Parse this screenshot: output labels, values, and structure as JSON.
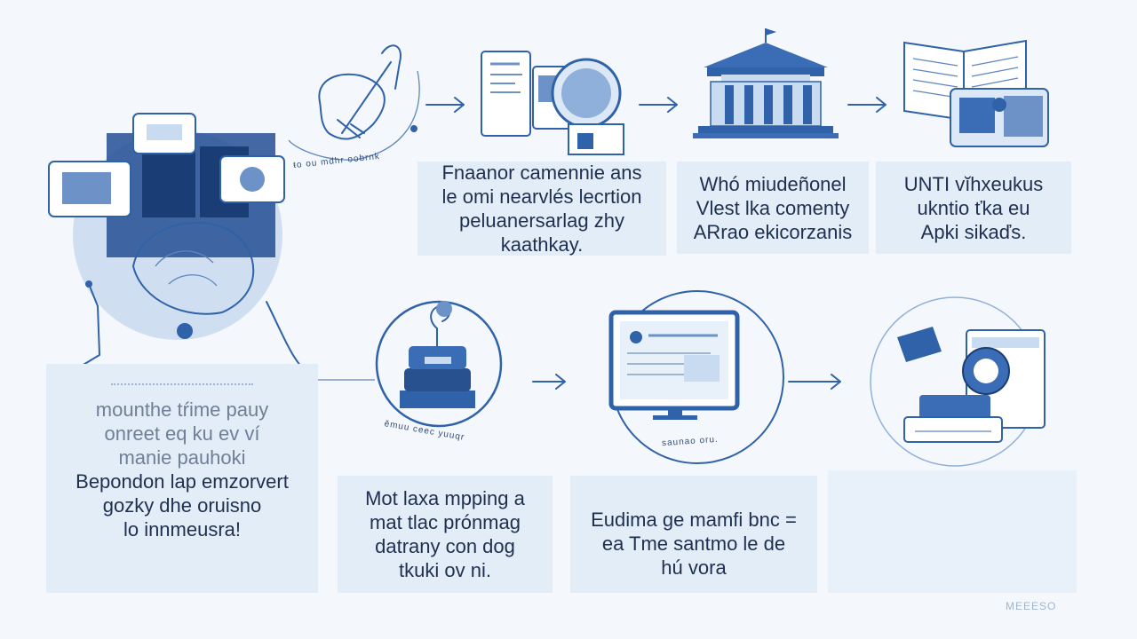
{
  "texts": {
    "b1": [
      "Fnaanor camennie ans",
      "le omi nearvlés lecrtion",
      "peluanersarlag zhy",
      "kaathkay."
    ],
    "b2": [
      "Whó miudeñonel",
      "Vlest lka comenty",
      "ARrao ekicorzanis"
    ],
    "b3": [
      "UNTI vĭhxeukus",
      "ukntio ťka eu",
      "Apki sikaďs."
    ],
    "b4_faint": [
      "mounthe tŕime pauy",
      "onreet eq ku ev ví",
      "manie pauhoki"
    ],
    "b4": [
      "Bepondon lap emzorvert",
      "gozky dhe oruisno",
      "lo innmeusra!"
    ],
    "b5": [
      "Mot laxa mpping a",
      "mat tlac prónmag",
      "datrany con dog",
      "tkuki ov ni."
    ],
    "b6": [
      "Eudima ge mamfi bnc =",
      "ea Tme santmo le de",
      "hú vora"
    ]
  },
  "captions": {
    "c1": "ŧo ou mdhr oobrnk",
    "c2": "ěmuu ceec yuuqr",
    "c3": "saunao oru."
  },
  "footer": "MEEESO"
}
